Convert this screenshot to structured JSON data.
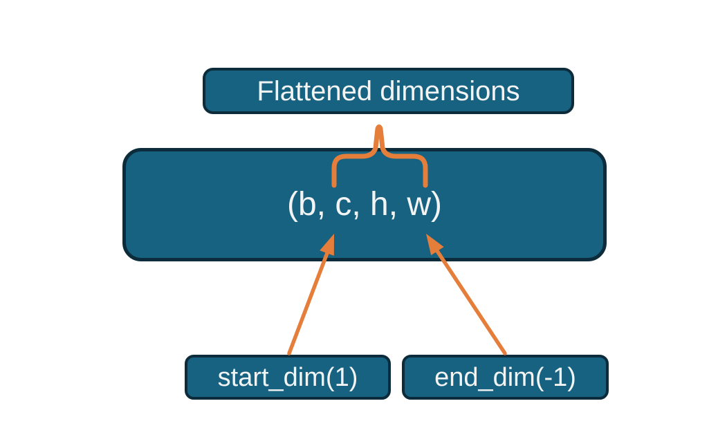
{
  "diagram": {
    "title_box": {
      "label": "Flattened dimensions"
    },
    "tensor_box": {
      "label": "(b, c, h, w)"
    },
    "start_dim_box": {
      "label": "start_dim(1)"
    },
    "end_dim_box": {
      "label": "end_dim(-1)"
    },
    "annotations": {
      "brace": "curly brace grouping c, h, w dimensions",
      "start_arrow": "arrow from start_dim(1) to dimension c",
      "end_arrow": "arrow from end_dim(-1) to dimension w"
    }
  },
  "colors": {
    "box-fill": "#176181",
    "box-border": "#0d2c3b",
    "accent": "#e67e3b",
    "box-text": "#f2f4f4",
    "bg": "#ffffff"
  }
}
